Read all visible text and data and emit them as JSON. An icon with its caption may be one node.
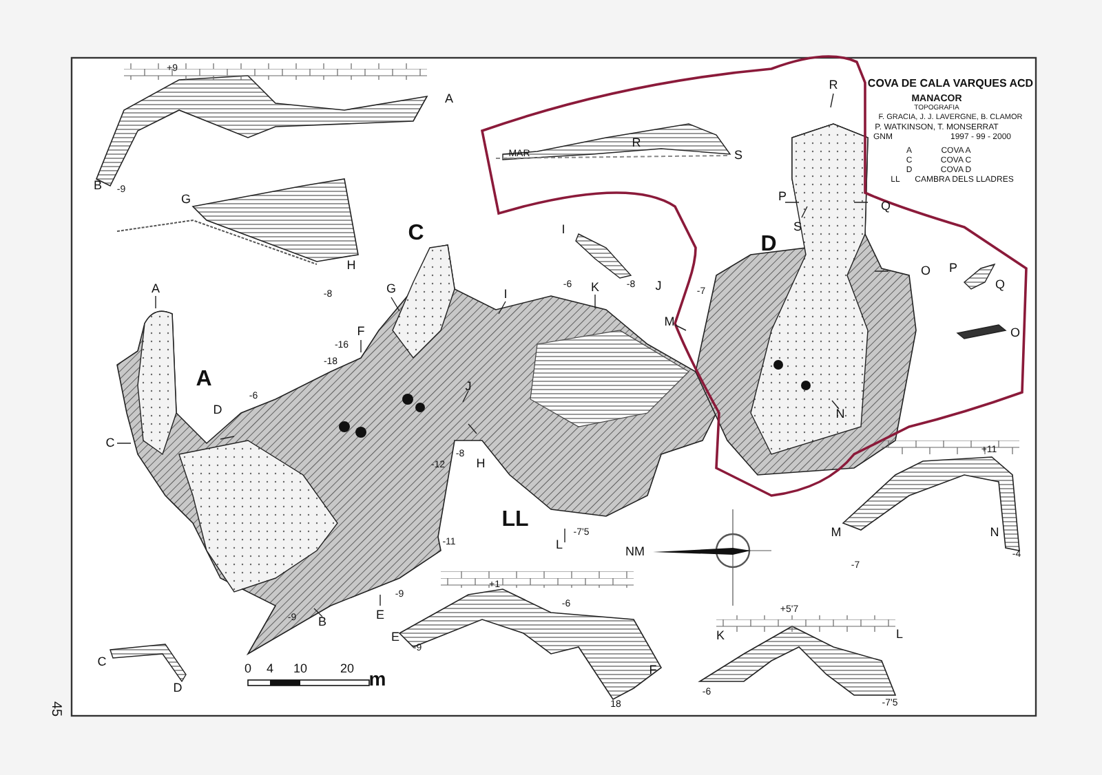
{
  "diagram": {
    "title": "COVA DE CALA VARQUES ACD",
    "labels": [
      "MANACOR",
      "TOPOGRAFIA",
      "F. GRACIA, J. J. LAVERGNE, B. CLAMOR",
      "P. WATKINSON, T. MONSERRAT",
      "GNM",
      "1997 - 99 - 2000",
      "A",
      "COVA A",
      "C",
      "COVA C",
      "D",
      "COVA D",
      "LL",
      "CAMBRA DELS LLADRES",
      "+9",
      "A",
      "B",
      "-9",
      "R",
      "MAR",
      "R",
      "S",
      "P",
      "Q",
      "G",
      "S",
      "I",
      "C",
      "D",
      "H",
      "O",
      "P",
      "Q",
      "-8",
      "J",
      "-8",
      "K",
      "G",
      "-6",
      "I",
      "-7",
      "A",
      "M",
      "O",
      "F",
      "-16",
      "-18",
      "A",
      "J",
      "-6",
      "N",
      "D",
      "C",
      "-8",
      "H",
      "+11",
      "-12",
      "LL",
      "L",
      "-7'5",
      "M",
      "N",
      "-11",
      "NM",
      "-7",
      "-4",
      "-9",
      "E",
      "-9",
      "B",
      "+1",
      "-6",
      "+5'7",
      "K",
      "L",
      "E",
      "C",
      "-9",
      "F",
      "0",
      "4",
      "10",
      "20",
      "m",
      "D",
      "-6",
      "-7'5",
      "18",
      "45"
    ]
  }
}
